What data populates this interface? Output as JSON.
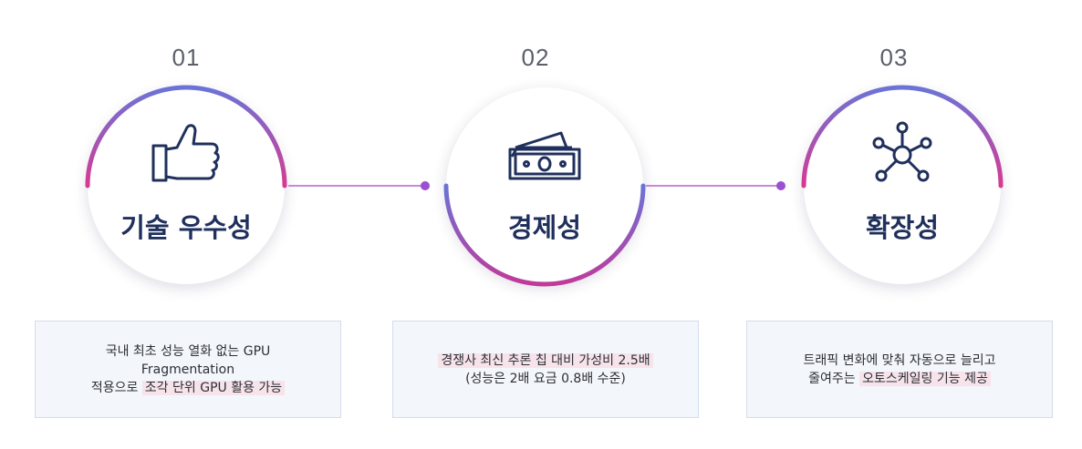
{
  "steps": [
    {
      "number": "01",
      "title": "기술 우수성",
      "icon": "thumbs-up-icon",
      "lines": [
        "국내 최초 성능 열화 없는 GPU",
        "Fragmentation"
      ],
      "line3_plain": "적용으로 ",
      "line3_highlight": "조각 단위 GPU 활용 가능"
    },
    {
      "number": "02",
      "title": "경제성",
      "icon": "money-bills-icon",
      "line1_highlight": "경쟁사 최신 추론 칩 대비 가성비 2.5배",
      "line2": "(성능은 2배 요금 0.8배 수준)"
    },
    {
      "number": "03",
      "title": "확장성",
      "icon": "network-nodes-icon",
      "line1": "트래픽 변화에 맞춰 자동으로 늘리고",
      "line2_plain": "줄여주는 ",
      "line2_highlight": "오토스케일링 기능 제공"
    }
  ],
  "colors": {
    "arc_start": "#6a74d6",
    "arc_end": "#d63a92",
    "title": "#20305c"
  }
}
